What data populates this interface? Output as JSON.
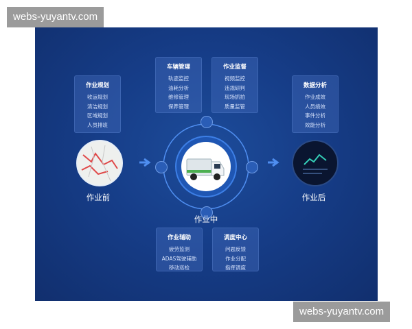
{
  "watermark_top": "webs-yuyantv.com",
  "watermark_bottom": "webs-yuyantv.com",
  "colors": {
    "background": "#163d88",
    "card": "#3a63b0",
    "accent": "#4f8ef0"
  },
  "stages": {
    "before": "作业前",
    "during": "作业中",
    "after": "作业后"
  },
  "cards": {
    "planning": {
      "title": "作业规划",
      "items": [
        "收运规划",
        "清洁规划",
        "区域规划",
        "人员排班"
      ]
    },
    "vehicle": {
      "title": "车辆管理",
      "items": [
        "轨迹监控",
        "油耗分析",
        "维修管理",
        "保养管理"
      ]
    },
    "supervision": {
      "title": "作业监督",
      "items": [
        "视频监控",
        "违规研判",
        "现场抓拍",
        "质量监管"
      ]
    },
    "analysis": {
      "title": "数据分析",
      "items": [
        "作业成效",
        "人员绩效",
        "事件分析",
        "效能分析"
      ]
    },
    "assist": {
      "title": "作业辅助",
      "items": [
        "疲劳监测",
        "ADAS驾驶辅助",
        "移动巡检"
      ]
    },
    "dispatch": {
      "title": "调度中心",
      "items": [
        "问题反馈",
        "作业分配",
        "指挥调度"
      ]
    }
  },
  "icons": [
    "map-thumbnail-icon",
    "garbage-truck-icon",
    "dashboard-thumbnail-icon",
    "arrow-right-icon",
    "monitor-icon",
    "chat-icon"
  ]
}
